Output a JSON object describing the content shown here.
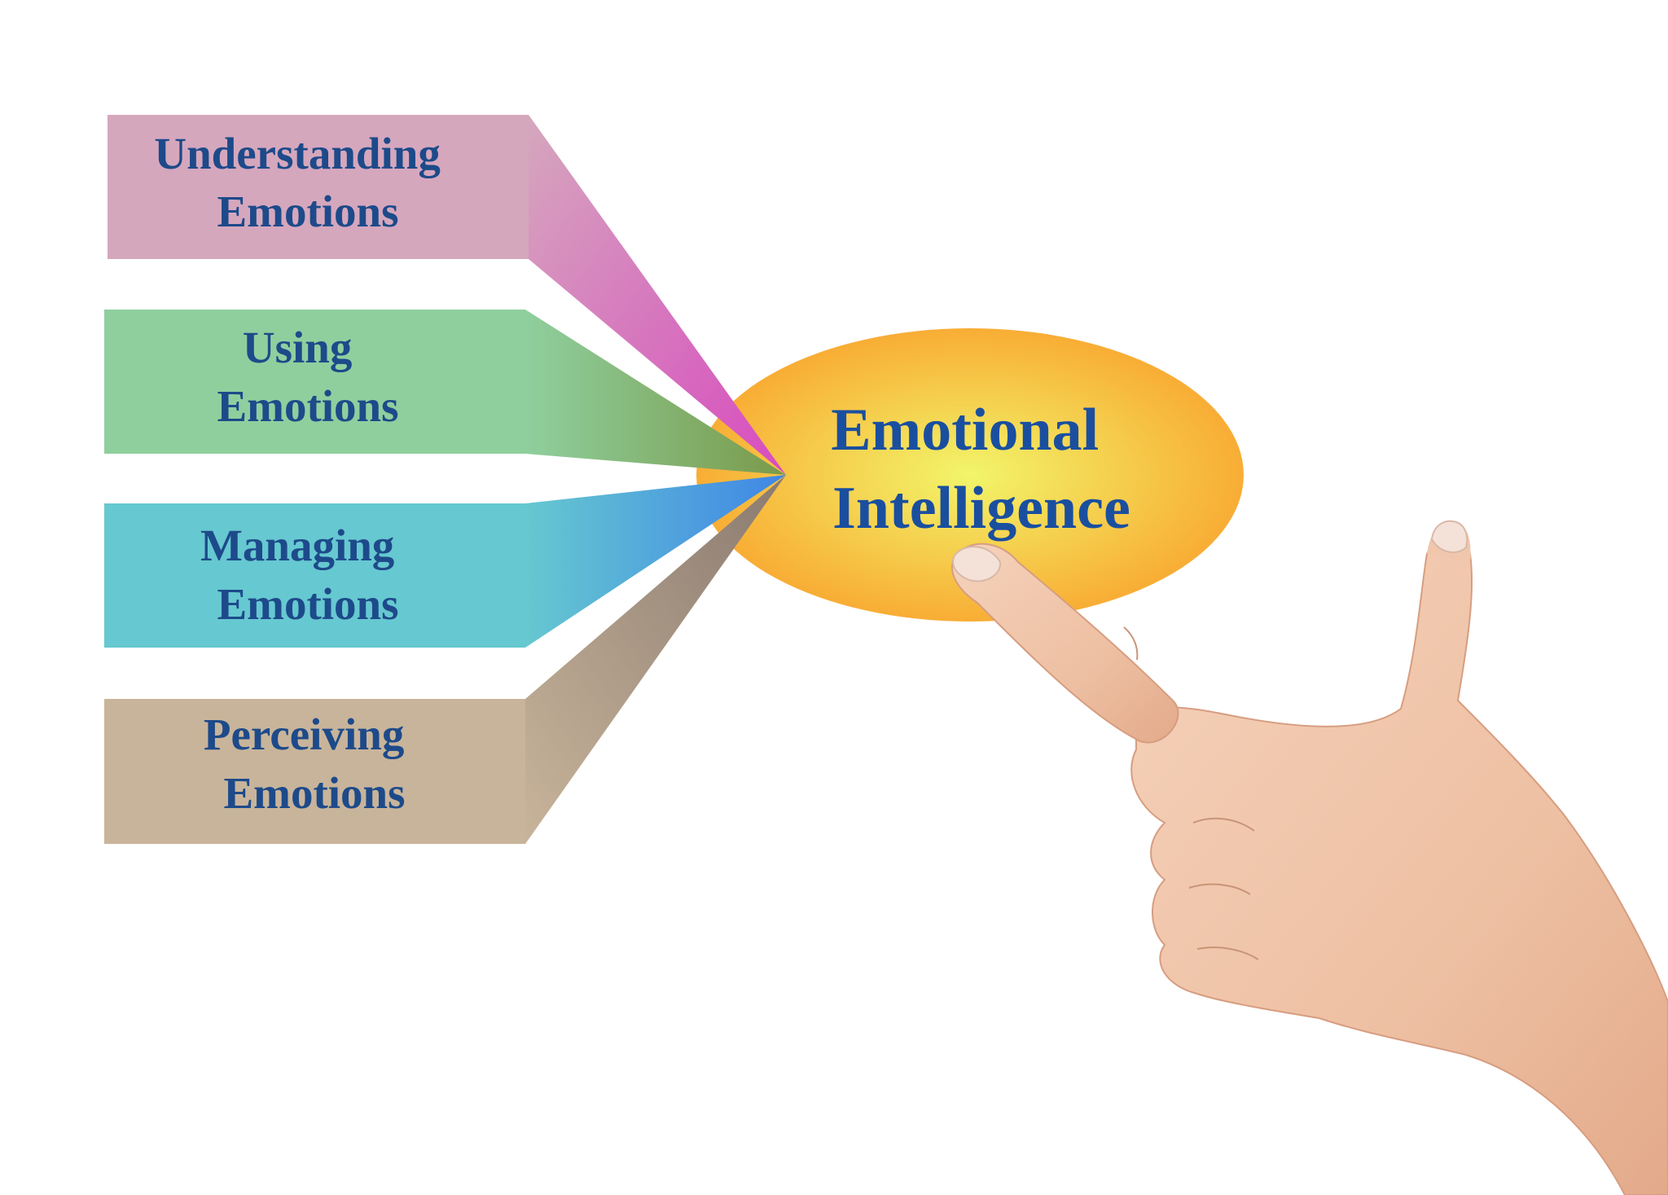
{
  "center": {
    "line1": "Emotional",
    "line2": "Intelligence"
  },
  "branches": [
    {
      "line1": "Understanding",
      "line2": "Emotions",
      "box_color": "#d5a7bd",
      "tip_color": "#d84bbf"
    },
    {
      "line1": "Using",
      "line2": "Emotions",
      "box_color": "#8fcf9e",
      "tip_color": "#7a9a4a"
    },
    {
      "line1": "Managing",
      "line2": "Emotions",
      "box_color": "#66c8d0",
      "tip_color": "#3f86e6"
    },
    {
      "line1": "Perceiving",
      "line2": "Emotions",
      "box_color": "#c8b49a",
      "tip_color": "#8a7a70"
    }
  ],
  "colors": {
    "ellipse_center": "#f2f56a",
    "ellipse_edge": "#f8ad35",
    "label_text": "#1d4a8a",
    "center_text": "#1a4fa0",
    "skin": "#f0c7ad"
  },
  "icons": {
    "hand": "pointing-hand"
  }
}
